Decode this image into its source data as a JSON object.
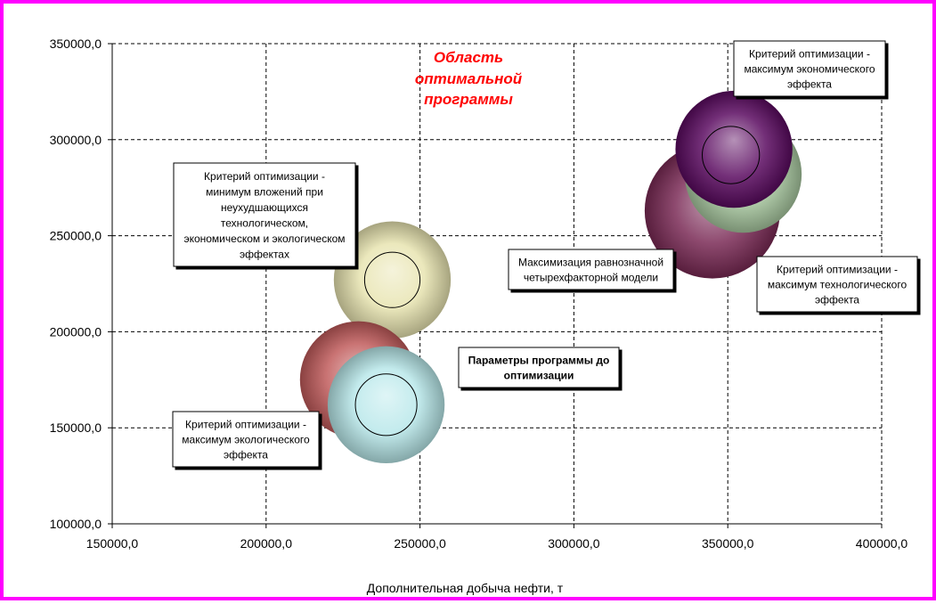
{
  "chart_data": {
    "type": "bubble",
    "xlabel": "Дополнительная добыча нефти, т",
    "ylabel": "",
    "xlim": [
      150000,
      400000
    ],
    "ylim": [
      100000,
      350000
    ],
    "x_ticks": [
      "150000,0",
      "200000,0",
      "250000,0",
      "300000,0",
      "350000,0",
      "400000,0"
    ],
    "y_ticks": [
      "100000,0",
      "150000,0",
      "200000,0",
      "250000,0",
      "300000,0",
      "350000,0"
    ],
    "grid": true,
    "region_label": [
      "Область",
      "оптимальной",
      "программы"
    ],
    "series": [
      {
        "x": 345000,
        "y": 263000,
        "r": 22000,
        "color": "#7a2a55"
      },
      {
        "x": 355000,
        "y": 282000,
        "r": 19000,
        "color": "#a8c8a0"
      },
      {
        "x": 352000,
        "y": 295000,
        "r": 19000,
        "color": "#5a0a60"
      },
      {
        "x": 241000,
        "y": 227000,
        "r": 19000,
        "color": "#e8e4b0"
      },
      {
        "x": 230000,
        "y": 175000,
        "r": 19000,
        "color": "#c05a5a"
      },
      {
        "x": 239000,
        "y": 162000,
        "r": 19000,
        "color": "#b8e8ea"
      }
    ],
    "inner_circles": [
      {
        "x": 351000,
        "y": 292000,
        "r": 9300
      },
      {
        "x": 241000,
        "y": 227000,
        "r": 9000
      },
      {
        "x": 239000,
        "y": 162000,
        "r": 10000
      }
    ],
    "annotations": [
      {
        "lines": [
          "Критерий оптимизации -",
          "максимум экономического",
          "эффекта"
        ],
        "bold": false
      },
      {
        "lines": [
          "Критерий оптимизации -",
          "минимум вложений при",
          "неухудшающихся",
          "технологическом,",
          "экономическом и экологическом",
          "эффектах"
        ],
        "bold": false
      },
      {
        "lines": [
          "Максимизация равнозначной",
          "четырехфакторной модели"
        ],
        "bold": false
      },
      {
        "lines": [
          "Критерий оптимизации -",
          "максимум технологического",
          "эффекта"
        ],
        "bold": false
      },
      {
        "lines": [
          "Параметры программы до",
          "оптимизации"
        ],
        "bold": true
      },
      {
        "lines": [
          "Критерий оптимизации -",
          "максимум экологического",
          "эффекта"
        ],
        "bold": false
      }
    ]
  }
}
